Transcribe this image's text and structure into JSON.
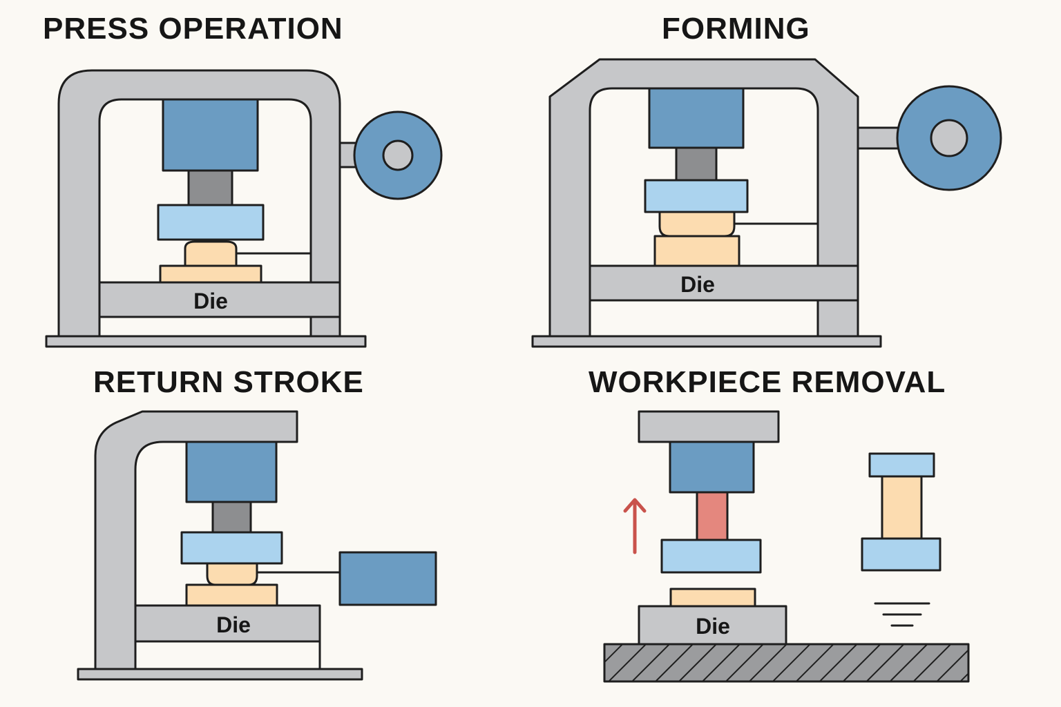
{
  "panels": {
    "press_operation": {
      "title": "PRESS OPERATION",
      "die_label": "Die"
    },
    "forming": {
      "title": "FORMING",
      "die_label": "Die"
    },
    "return_stroke": {
      "title": "RETURN STROKE",
      "die_label": "Die"
    },
    "workpiece_removal": {
      "title": "WORKPIECE REMOVAL",
      "die_label": "Die"
    }
  },
  "colors": {
    "frame": "#c6c7c9",
    "ram_blue": "#6b9cc2",
    "platen_light_blue": "#abd3ee",
    "workpiece": "#fcdcb0",
    "rod_gray": "#8d8e90",
    "rod_red": "#e4877e",
    "arrow_red": "#c9524b",
    "outline": "#1e1e1e",
    "background": "#fbf9f4"
  }
}
